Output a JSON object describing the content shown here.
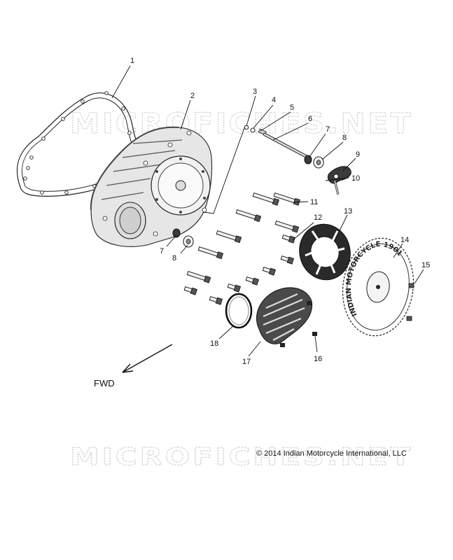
{
  "watermark_top": "MICROFICHES.NET",
  "watermark_bottom": "MICROFICHES.NET",
  "direction_label": "FWD",
  "copyright": "© 2014 Indian Motorcycle International, LLC",
  "cover_emblem_text": "INDIAN MOTORCYCLE 1901",
  "callouts": [
    {
      "id": "c1",
      "label": "1"
    },
    {
      "id": "c2",
      "label": "2"
    },
    {
      "id": "c3",
      "label": "3"
    },
    {
      "id": "c4",
      "label": "4"
    },
    {
      "id": "c5",
      "label": "5"
    },
    {
      "id": "c6",
      "label": "6"
    },
    {
      "id": "c7a",
      "label": "7"
    },
    {
      "id": "c8a",
      "label": "8"
    },
    {
      "id": "c9",
      "label": "9"
    },
    {
      "id": "c10",
      "label": "10"
    },
    {
      "id": "c11",
      "label": "11"
    },
    {
      "id": "c12",
      "label": "12"
    },
    {
      "id": "c13",
      "label": "13"
    },
    {
      "id": "c14",
      "label": "14"
    },
    {
      "id": "c15",
      "label": "15"
    },
    {
      "id": "c7b",
      "label": "7"
    },
    {
      "id": "c8b",
      "label": "8"
    },
    {
      "id": "c16",
      "label": "16"
    },
    {
      "id": "c17",
      "label": "17"
    },
    {
      "id": "c18",
      "label": "18"
    }
  ]
}
